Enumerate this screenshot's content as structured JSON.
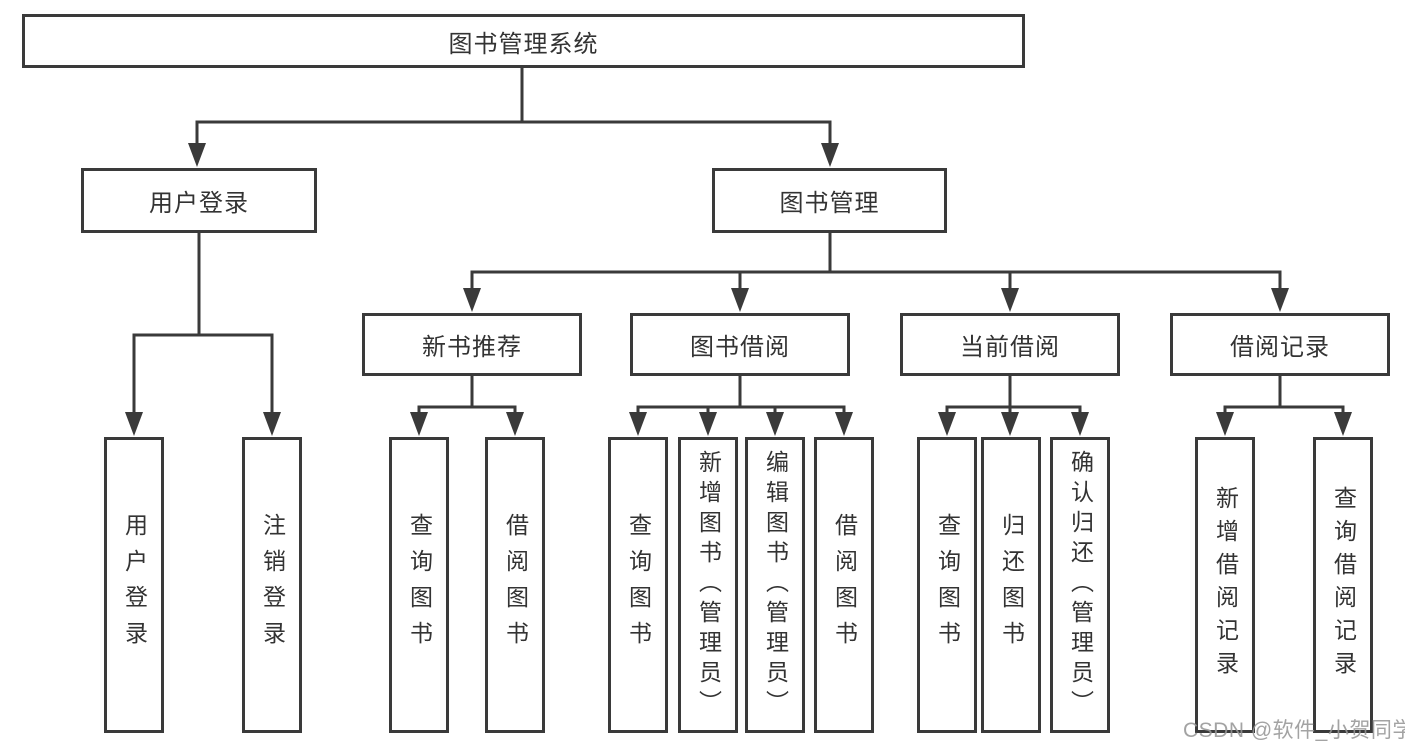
{
  "diagram_title": "图书管理系统",
  "nodes": {
    "root": "图书管理系统",
    "level1": {
      "user_login": "用户登录",
      "book_management": "图书管理"
    },
    "login_children": [
      "用户登录",
      "注销登录"
    ],
    "modules": [
      "新书推荐",
      "图书借阅",
      "当前借阅",
      "借阅记录"
    ],
    "new_book_children": [
      "查询图书",
      "借阅图书"
    ],
    "borrow_children": [
      "查询图书",
      "新增图书（管理员）",
      "编辑图书（管理员）",
      "借阅图书"
    ],
    "current_children": [
      "查询图书",
      "归还图书",
      "确认归还（管理员）"
    ],
    "record_children": [
      "新增借阅记录",
      "查询借阅记录"
    ]
  },
  "colors": {
    "line": "#3a3a3a",
    "text": "#333333",
    "watermark": "#969696",
    "background": "#ffffff"
  },
  "watermark": "CSDN @软件_小贺同学"
}
